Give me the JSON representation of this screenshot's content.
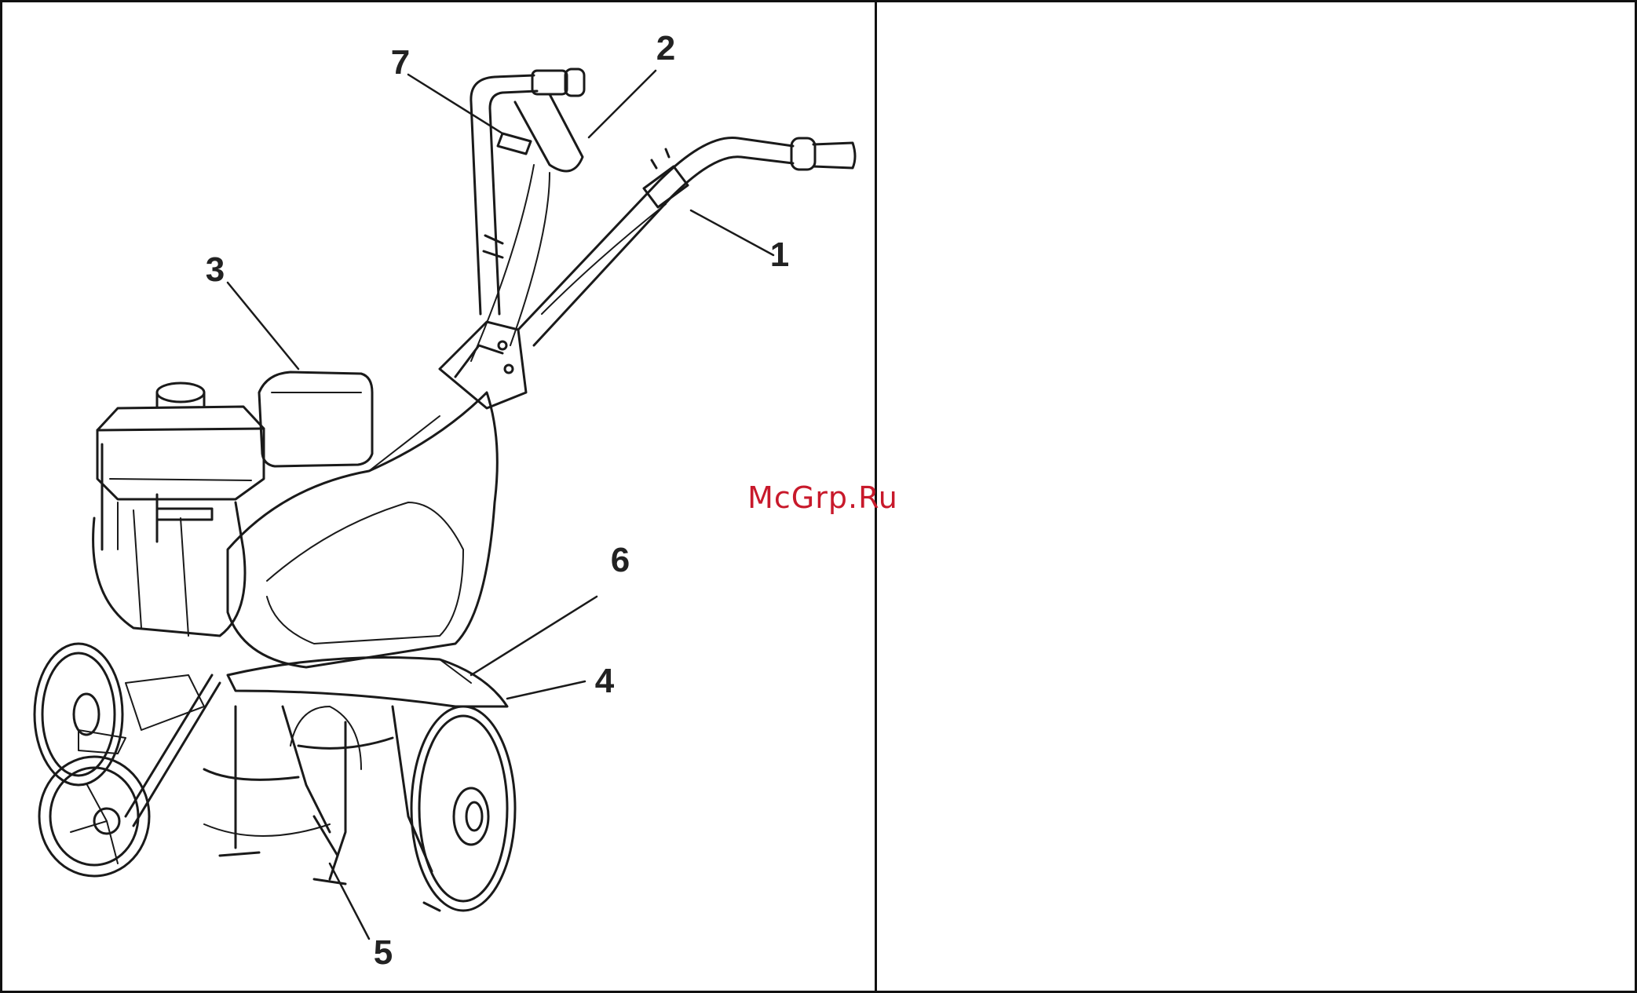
{
  "figure": {
    "callouts": [
      "1",
      "2",
      "3",
      "4",
      "5",
      "6",
      "7"
    ]
  },
  "watermark": {
    "text": "McGrp.Ru",
    "color": "#c8192b"
  }
}
